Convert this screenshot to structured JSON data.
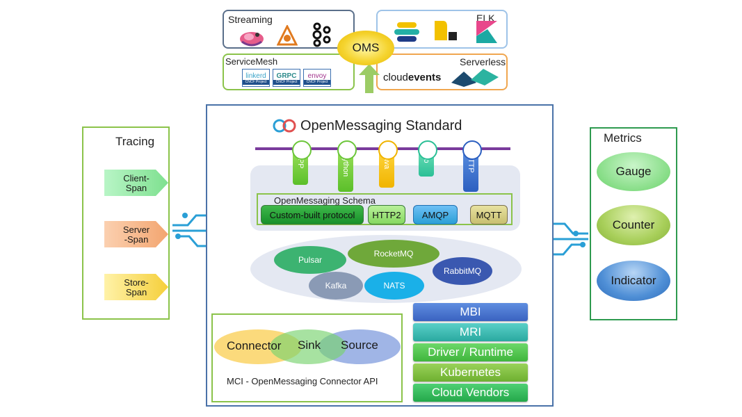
{
  "top": {
    "streaming": {
      "label": "Streaming"
    },
    "elk": {
      "label": "ELK"
    },
    "servicemesh": {
      "label": "ServiceMesh",
      "logos": [
        "linkerd",
        "GRPC",
        "envoy"
      ],
      "logo_subtitle": "CNCF Project"
    },
    "serverless": {
      "label": "Serverless",
      "cloudevents_prefix": "cloud",
      "cloudevents_bold": "events"
    },
    "oms": {
      "label": "OMS"
    }
  },
  "tracing": {
    "title": "Tracing",
    "items": [
      {
        "line1": "Client-",
        "line2": "Span"
      },
      {
        "line1": "Server",
        "line2": "-Span"
      },
      {
        "line1": "Store-",
        "line2": "Span"
      }
    ]
  },
  "metrics": {
    "title": "Metrics",
    "items": [
      "Gauge",
      "Counter",
      "Indicator"
    ]
  },
  "center": {
    "title": "OpenMessaging Standard",
    "languages": [
      "CPP",
      "Python",
      "Java",
      "Go",
      "HTTP"
    ],
    "schema_title": "OpenMessaging Schema",
    "protocols": [
      "Custom-built protocol",
      "HTTP2",
      "AMQP",
      "MQTT"
    ],
    "brokers": [
      "Pulsar",
      "RocketMQ",
      "RabbitMQ",
      "Kafka",
      "NATS"
    ],
    "connector": {
      "circles": [
        "Connector",
        "Sink",
        "Source"
      ],
      "caption": "MCI - OpenMessaging Connector API"
    },
    "stack": [
      "MBI",
      "MRI",
      "Driver / Runtime",
      "Kubernetes",
      "Cloud Vendors"
    ]
  },
  "colors": {
    "green_border": "#8bc34a",
    "blue_border": "#4a72a8",
    "orange_border": "#f0a64f",
    "accent_blue": "#2a9fd6"
  }
}
